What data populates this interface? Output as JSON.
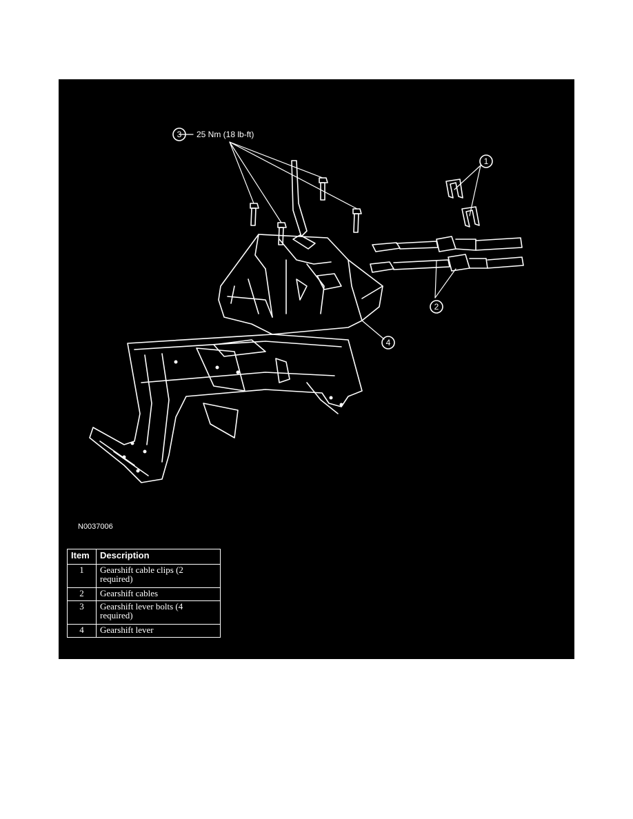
{
  "figure": {
    "background": "#000000",
    "line_color": "#ffffff",
    "id": "N0037006",
    "callouts": [
      {
        "number": "1"
      },
      {
        "number": "2"
      },
      {
        "number": "3",
        "text": "25 Nm (18 lb-ft)"
      },
      {
        "number": "4"
      }
    ]
  },
  "legend": {
    "headers": {
      "item": "Item",
      "description": "Description"
    },
    "rows": [
      {
        "item": "1",
        "description": "Gearshift cable clips (2 required)"
      },
      {
        "item": "2",
        "description": "Gearshift cables"
      },
      {
        "item": "3",
        "description": "Gearshift lever bolts (4 required)"
      },
      {
        "item": "4",
        "description": "Gearshift lever"
      }
    ]
  }
}
